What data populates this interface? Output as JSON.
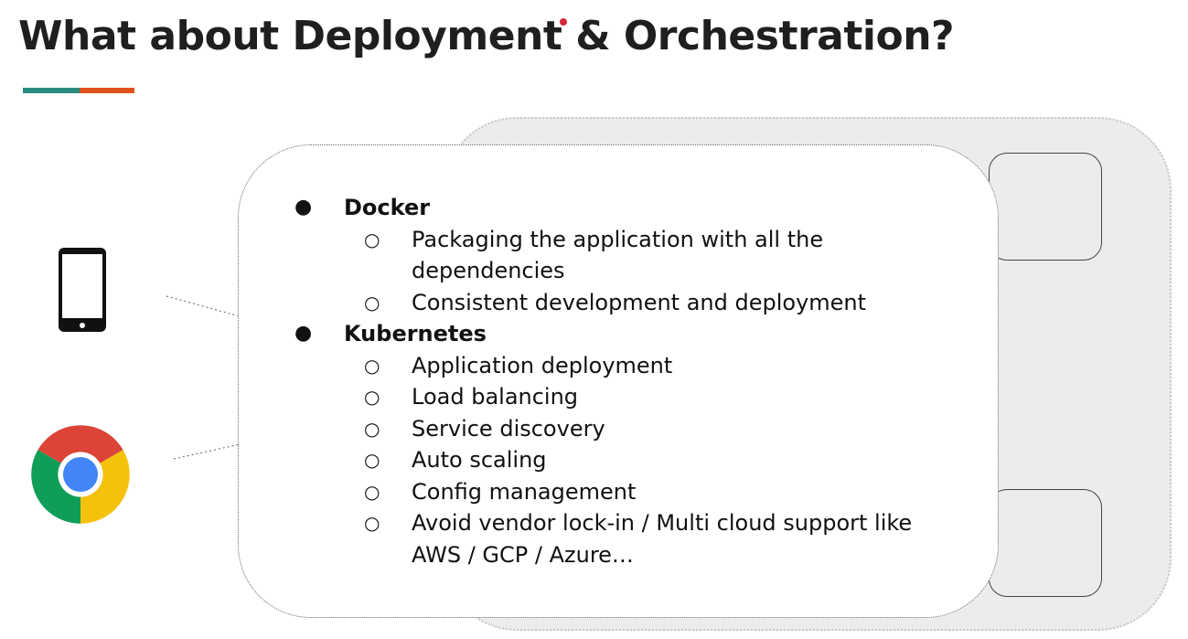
{
  "title": "What about Deployment & Orchestration?",
  "colors": {
    "accent_teal": "#2a8c7e",
    "accent_orange": "#e0541c",
    "backdrop": "#ececec",
    "pointer_dot": "#d6263b"
  },
  "icons": {
    "client_mobile": "smartphone-icon",
    "client_browser": "chrome-browser-icon"
  },
  "bullets": [
    {
      "label": "Docker",
      "sub": [
        "Packaging the application with all the dependencies",
        "Consistent development and deployment"
      ]
    },
    {
      "label": "Kubernetes",
      "sub": [
        "Application deployment",
        "Load balancing",
        "Service discovery",
        "Auto scaling",
        "Config management",
        "Avoid vendor lock-in / Multi cloud support like AWS / GCP / Azure…"
      ]
    }
  ]
}
